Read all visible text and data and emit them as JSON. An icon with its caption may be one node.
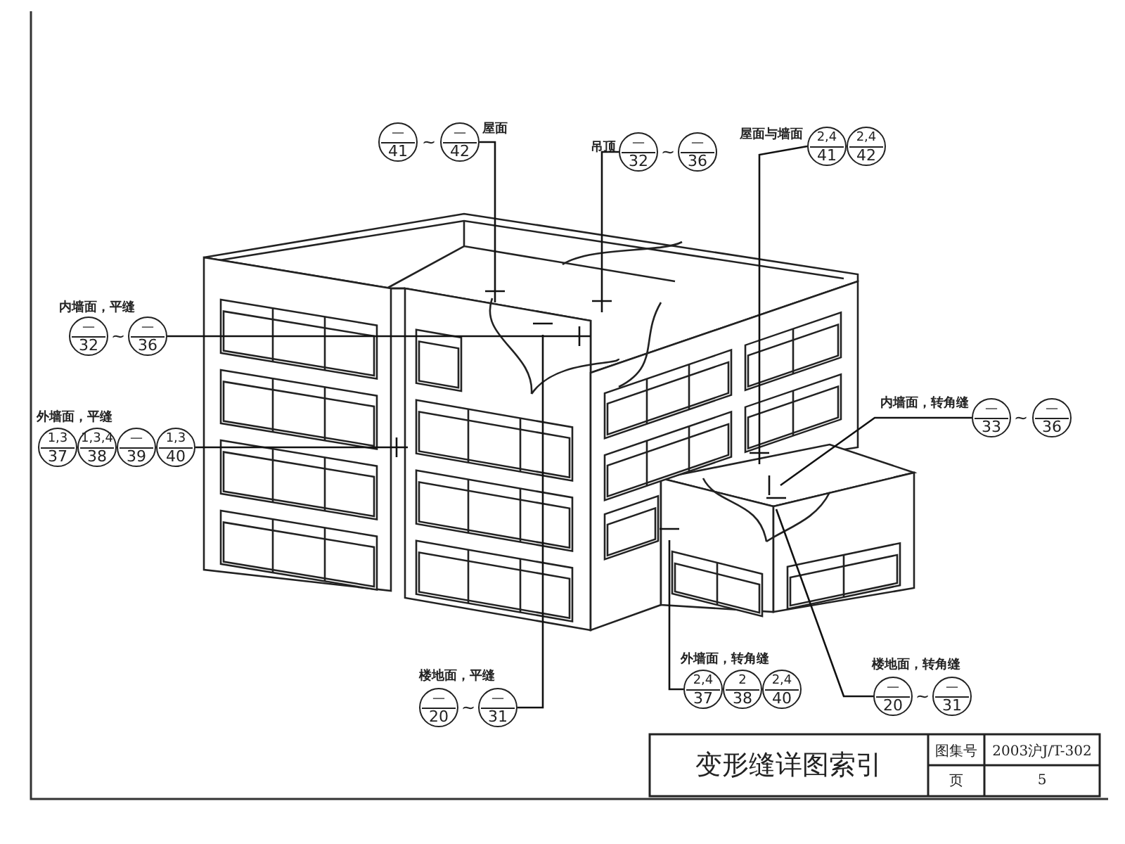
{
  "diagram": {
    "title": "变形缝详图索引",
    "nodes": [
      {
        "text": [
          "—",
          "41"
        ]
      },
      {
        "text": [
          "—",
          "42"
        ],
        "beside": [
          "屋面"
        ]
      },
      {
        "text": [
          "—",
          "32"
        ],
        "beside": [
          "吊顶"
        ]
      },
      {
        "text": [
          "—",
          "36"
        ]
      },
      {
        "text": [
          "2,4",
          "41"
        ],
        "beside": [
          "屋面与墙面"
        ]
      },
      {
        "text": [
          "2,4",
          "42"
        ]
      },
      {
        "text": [
          "—",
          "32"
        ],
        "beside": [
          "内墙面，平缝"
        ]
      },
      {
        "text": [
          "—",
          "36"
        ]
      },
      {
        "text": [
          "1,3",
          "37"
        ],
        "beside": [
          "外墙面，平缝"
        ]
      },
      {
        "text": [
          "1,3,4",
          "38"
        ]
      },
      {
        "text": [
          "—",
          "39"
        ]
      },
      {
        "text": [
          "1,3",
          "40"
        ]
      },
      {
        "text": [
          "—",
          "33"
        ],
        "beside": [
          "内墙面，转角缝"
        ]
      },
      {
        "text": [
          "—",
          "36"
        ]
      },
      {
        "text": [
          "—",
          "20"
        ],
        "beside": [
          "楼地面，平缝"
        ]
      },
      {
        "text": [
          "—",
          "31"
        ]
      },
      {
        "text": [
          "2,4",
          "37"
        ],
        "beside": [
          "外墙面，转角缝"
        ]
      },
      {
        "text": [
          "2",
          "38"
        ]
      },
      {
        "text": [
          "2,4",
          "40"
        ]
      },
      {
        "text": [
          "—",
          "20"
        ],
        "beside": [
          "楼地面，转角缝"
        ]
      },
      {
        "text": [
          "—",
          "31"
        ]
      }
    ],
    "edges": [
      {
        "from": 1,
        "to": null,
        "arrow": "none"
      },
      {
        "from": 2,
        "to": null,
        "arrow": "none"
      },
      {
        "from": 4,
        "to": null,
        "arrow": "none"
      },
      {
        "from": 7,
        "to": null,
        "arrow": "none"
      },
      {
        "from": 11,
        "to": null,
        "arrow": "none"
      },
      {
        "from": 12,
        "to": null,
        "arrow": "none"
      },
      {
        "from": 15,
        "to": null,
        "arrow": "none"
      },
      {
        "from": 16,
        "to": null,
        "arrow": "none"
      },
      {
        "from": 19,
        "to": null,
        "arrow": "none"
      }
    ],
    "labels": [
      "~",
      "~",
      "~",
      "~",
      "~",
      "~",
      "图集号",
      "2003沪J/T-302",
      "页",
      "5"
    ]
  }
}
